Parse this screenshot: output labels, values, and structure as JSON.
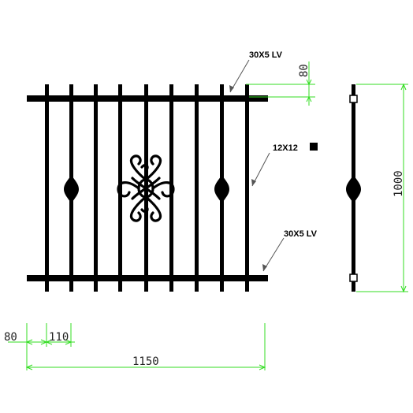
{
  "labels": {
    "top_rail": "30X5 LV",
    "bottom_rail": "30X5 LV",
    "picket": "12X12"
  },
  "dimensions": {
    "top_offset": "80",
    "height": "1000",
    "left_offset": "80",
    "spacing": "110",
    "width": "1150"
  },
  "colors": {
    "metal": "#000000",
    "dimension": "#33dd22",
    "leader": "#555555"
  }
}
